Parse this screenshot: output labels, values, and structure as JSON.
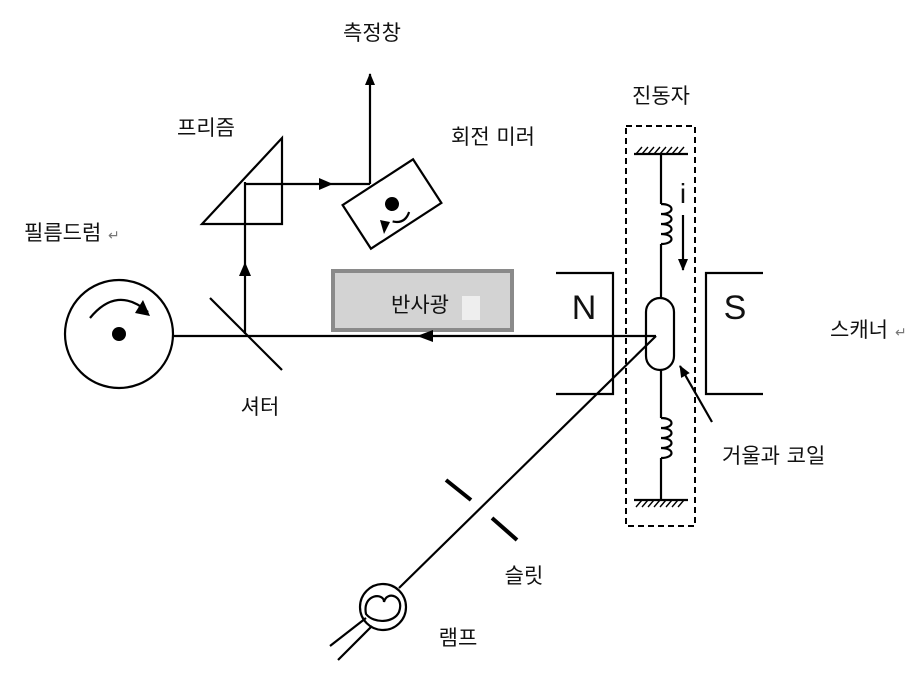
{
  "labels": {
    "measure_window": "측정창",
    "vibrator": "진동자",
    "prism": "프리즘",
    "rotating_mirror": "회전 미러",
    "film_drum": "필름드럼",
    "reflected_light": "반사광",
    "shutter": "셔터",
    "scanner": "스캐너",
    "mirror_coil": "거울과 코일",
    "slit": "슬릿",
    "lamp": "램프",
    "pole_n": "N",
    "pole_s": "S",
    "current": "i"
  },
  "marks": {
    "return_symbol": "↵"
  },
  "colors": {
    "line": "#000000",
    "reflected_box_fill": "#d3d3d3",
    "reflected_box_border": "#8a8a8a"
  }
}
